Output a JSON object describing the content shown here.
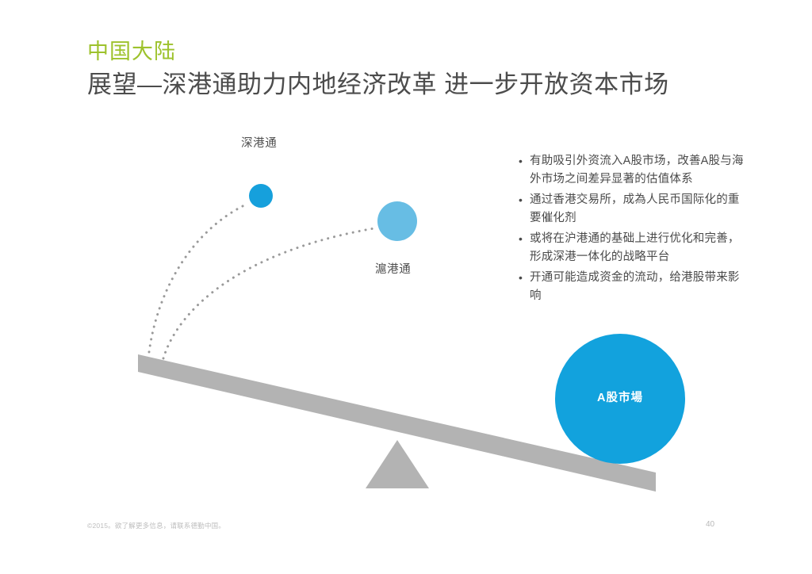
{
  "slide": {
    "eyebrow": "中国大陆",
    "title": "展望—深港通助力内地经济改革 进一步开放资本市场",
    "accent_green": "#9dc22c",
    "title_gray": "#4c4c4c",
    "background": "#ffffff"
  },
  "diagram": {
    "beam_color": "#b3b3b3",
    "fulcrum_color": "#b3b3b3",
    "dotted_path_color": "#9a9a9a",
    "small_circle": {
      "label": "深港通",
      "color": "#16a0dc"
    },
    "medium_circle": {
      "label": "滬港通",
      "color": "#67bde4"
    },
    "large_circle": {
      "label": "A股市場",
      "color": "#12a2dd",
      "text_color": "#ffffff"
    }
  },
  "bullets": [
    "有助吸引外资流入A股市场，改善A股与海外市场之间差异显著的估值体系",
    "通过香港交易所，成為人民币国际化的重要催化剂",
    "或将在沪港通的基础上进行优化和完善，形成深港一体化的战略平台",
    "开通可能造成资金的流动，给港股带来影响"
  ],
  "bullet_marker": "•",
  "footer": {
    "copyright": "©2015。欲了解更多信息，请联系德勤中国。",
    "page_number": "40"
  }
}
